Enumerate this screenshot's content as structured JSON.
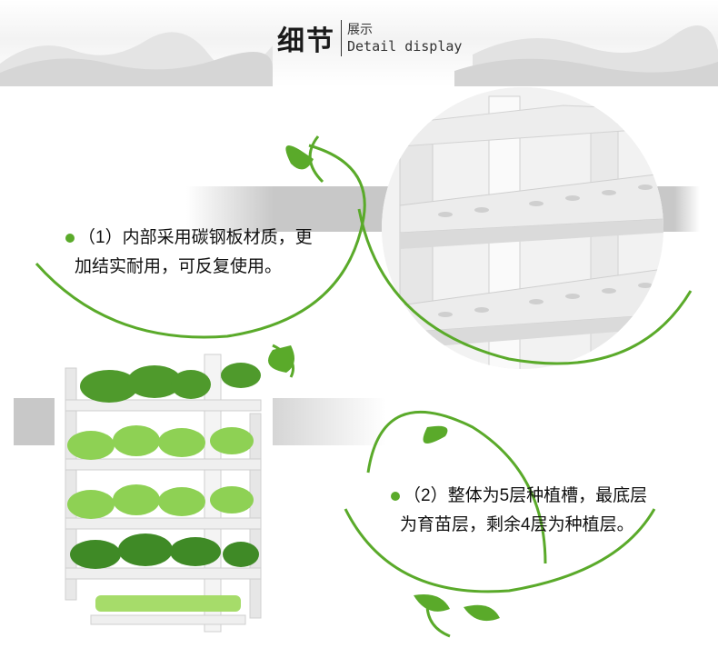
{
  "header": {
    "title_cn": "细节",
    "subtitle_cn": "展示",
    "subtitle_en": "Detail display"
  },
  "sections": [
    {
      "number": "（1）",
      "line1": "内部采用碳钢板材质，更",
      "line2": "加结实耐用，可反复使用。"
    },
    {
      "number": "（2）",
      "line1": "整体为5层种植槽，最底层",
      "line2": "为育苗层，剩余4层为种植层。"
    }
  ],
  "colors": {
    "vine_green": "#5aaa2a",
    "gray_bar": "#c8c8c8",
    "lettuce": "#6fc23a"
  },
  "icons": [
    "bullet-dot-icon",
    "mountain-ink-decoration",
    "vine-swirl-decoration"
  ]
}
